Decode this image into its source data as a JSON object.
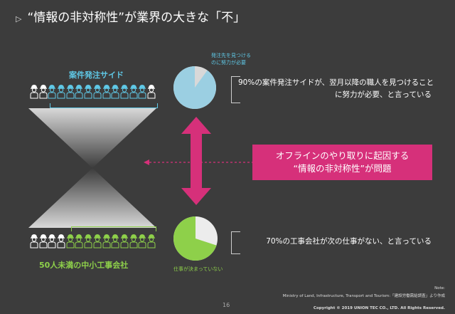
{
  "title": "“情報の非対称性”が業界の大きな「不」",
  "top_group_label": "案件発注サイド",
  "bottom_group_label": "50人未満の中小工事会社",
  "top_pie": {
    "caption": "発注先を見つけるのに努力が必要",
    "caption_line1": "発注先を見つける",
    "caption_line2": "のに努力が必要",
    "share": 0.9,
    "color": "#9bcfe2"
  },
  "bottom_pie": {
    "caption": "仕事が決まっていない",
    "share": 0.7,
    "color": "#8ed04a"
  },
  "top_statement_line1": "90%の案件発注サイドが、翌月以降の職人を見つけること",
  "top_statement_line2": "に努力が必要、と言っている",
  "bottom_statement": "70%の工事会社が次の仕事がない、と言っている",
  "center_line1": "オフラインのやり取りに起因する",
  "center_line2": "“情報の非対称性”が問題",
  "note_label": "Note:",
  "note_source": "Ministry of Land, Infrastructure, Transport and Tourism:「建設労働需給調査」より作成",
  "copyright": "Copyright © 2019 UNION TEC CO., LTD. All Rights Reserved.",
  "page_number": "16",
  "colors": {
    "cyan": "#5fc8e6",
    "green": "#8ed04a",
    "pink": "#d6307a",
    "background": "#3c3c3c"
  }
}
